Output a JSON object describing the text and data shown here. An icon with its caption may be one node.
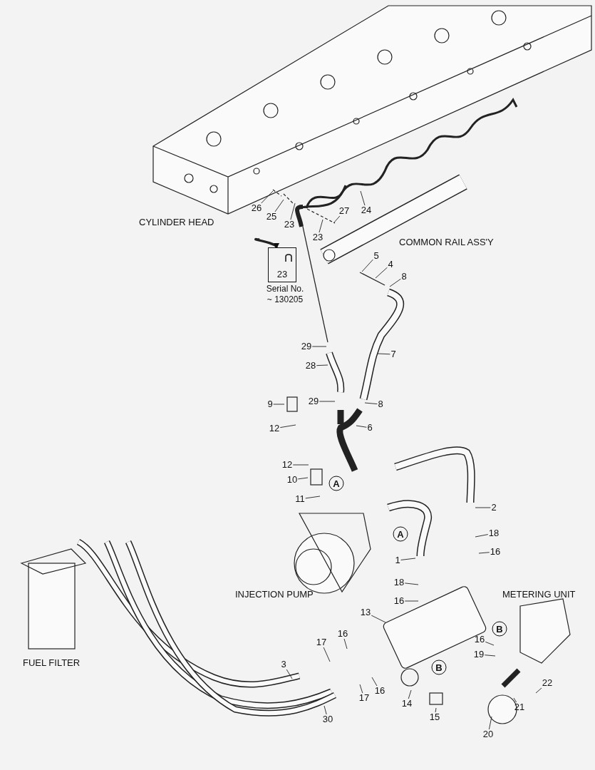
{
  "diagram": {
    "nodes": [
      {
        "text": [
          "26"
        ]
      },
      {
        "text": [
          "25"
        ]
      },
      {
        "text": [
          "23"
        ]
      },
      {
        "text": [
          "27"
        ]
      },
      {
        "text": [
          "24"
        ]
      },
      {
        "text": [
          "23"
        ]
      },
      {
        "text": [],
        "shape": "box",
        "beside": [
          "Serial No. ~ 130205"
        ]
      },
      {
        "text": [
          "23"
        ],
        "in": 6
      },
      {
        "text": [
          "5"
        ]
      },
      {
        "text": [
          "4"
        ]
      },
      {
        "text": [
          "8"
        ]
      },
      {
        "text": [
          "29"
        ]
      },
      {
        "text": [
          "7"
        ]
      },
      {
        "text": [
          "28"
        ]
      },
      {
        "text": [
          "29"
        ]
      },
      {
        "text": [
          "8"
        ]
      },
      {
        "text": [
          "9"
        ]
      },
      {
        "text": [
          "12"
        ]
      },
      {
        "text": [
          "6"
        ]
      },
      {
        "text": [
          "12"
        ]
      },
      {
        "text": [
          "10"
        ]
      },
      {
        "text": [
          "11"
        ]
      },
      {
        "text": [
          "A"
        ]
      },
      {
        "text": [
          "2"
        ]
      },
      {
        "text": [
          "18"
        ]
      },
      {
        "text": [
          "16"
        ]
      },
      {
        "text": [
          "A"
        ]
      },
      {
        "text": [
          "1"
        ]
      },
      {
        "text": [
          "18"
        ]
      },
      {
        "text": [
          "16"
        ]
      },
      {
        "text": [
          "13"
        ]
      },
      {
        "text": [
          "B"
        ]
      },
      {
        "text": [
          "16"
        ]
      },
      {
        "text": [
          "17"
        ]
      },
      {
        "text": [
          "16"
        ]
      },
      {
        "text": [
          "19"
        ]
      },
      {
        "text": [
          "B"
        ]
      },
      {
        "text": [
          "22"
        ]
      },
      {
        "text": [
          "3"
        ]
      },
      {
        "text": [
          "17"
        ]
      },
      {
        "text": [
          "16"
        ]
      },
      {
        "text": [
          "14"
        ]
      },
      {
        "text": [
          "15"
        ]
      },
      {
        "text": [
          "21"
        ]
      },
      {
        "text": [
          "20"
        ]
      },
      {
        "text": [
          "30"
        ]
      }
    ],
    "edges": [
      {
        "from": 0,
        "to": null,
        "arrow": "none"
      },
      {
        "from": 1,
        "to": null,
        "arrow": "none"
      },
      {
        "from": 2,
        "to": null,
        "arrow": "none"
      },
      {
        "from": 3,
        "to": null,
        "arrow": "none"
      },
      {
        "from": 4,
        "to": null,
        "arrow": "none"
      },
      {
        "from": 5,
        "to": null,
        "arrow": "none"
      },
      {
        "from": null,
        "to": 6,
        "arrow": "to",
        "style": "thick"
      },
      {
        "from": 7,
        "to": null,
        "arrow": "none"
      },
      {
        "from": 8,
        "to": null,
        "arrow": "none"
      },
      {
        "from": 9,
        "to": null,
        "arrow": "none"
      },
      {
        "from": 10,
        "to": null,
        "arrow": "none"
      },
      {
        "from": 11,
        "to": null,
        "arrow": "none"
      },
      {
        "from": 12,
        "to": null,
        "arrow": "none"
      },
      {
        "from": 13,
        "to": null,
        "arrow": "none"
      },
      {
        "from": 14,
        "to": null,
        "arrow": "none"
      },
      {
        "from": 15,
        "to": null,
        "arrow": "none"
      },
      {
        "from": 16,
        "to": null,
        "arrow": "none"
      },
      {
        "from": 17,
        "to": null,
        "arrow": "none"
      },
      {
        "from": 18,
        "to": null,
        "arrow": "none"
      },
      {
        "from": 19,
        "to": null,
        "arrow": "none"
      },
      {
        "from": 20,
        "to": null,
        "arrow": "none"
      },
      {
        "from": 21,
        "to": null,
        "arrow": "none"
      },
      {
        "from": 23,
        "to": null,
        "arrow": "none"
      },
      {
        "from": 24,
        "to": null,
        "arrow": "none"
      },
      {
        "from": 25,
        "to": null,
        "arrow": "none"
      },
      {
        "from": 27,
        "to": null,
        "arrow": "none"
      },
      {
        "from": 28,
        "to": null,
        "arrow": "none"
      },
      {
        "from": 29,
        "to": null,
        "arrow": "none"
      },
      {
        "from": 30,
        "to": null,
        "arrow": "none"
      },
      {
        "from": 32,
        "to": null,
        "arrow": "none"
      },
      {
        "from": 33,
        "to": null,
        "arrow": "none"
      },
      {
        "from": 34,
        "to": null,
        "arrow": "none"
      },
      {
        "from": 35,
        "to": null,
        "arrow": "none"
      },
      {
        "from": 37,
        "to": null,
        "arrow": "none"
      },
      {
        "from": 38,
        "to": null,
        "arrow": "none"
      },
      {
        "from": 39,
        "to": null,
        "arrow": "none"
      },
      {
        "from": 40,
        "to": null,
        "arrow": "none"
      },
      {
        "from": 41,
        "to": null,
        "arrow": "none"
      },
      {
        "from": 42,
        "to": null,
        "arrow": "none"
      },
      {
        "from": 43,
        "to": null,
        "arrow": "none"
      },
      {
        "from": 44,
        "to": null,
        "arrow": "none"
      },
      {
        "from": 45,
        "to": null,
        "arrow": "none"
      }
    ],
    "labels": [
      "CYLINDER HEAD",
      "COMMON RAIL ASS'Y",
      "INJECTION PUMP",
      "METERING UNIT",
      "FUEL FILTER"
    ]
  }
}
